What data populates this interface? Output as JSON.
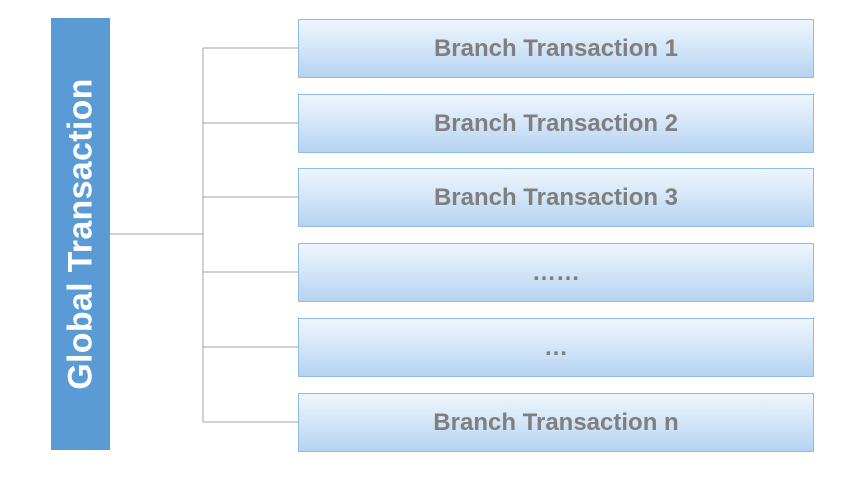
{
  "global": {
    "label": "Global Transaction",
    "color": "#5b9bd5"
  },
  "branches": [
    {
      "label": "Branch Transaction 1"
    },
    {
      "label": "Branch Transaction 2"
    },
    {
      "label": "Branch Transaction 3"
    },
    {
      "label": "……"
    },
    {
      "label": "…"
    },
    {
      "label": "Branch Transaction n"
    }
  ],
  "colors": {
    "branch_text": "#7f7f7f",
    "branch_border": "#8fbbe6",
    "connector": "#a6a6a6"
  }
}
